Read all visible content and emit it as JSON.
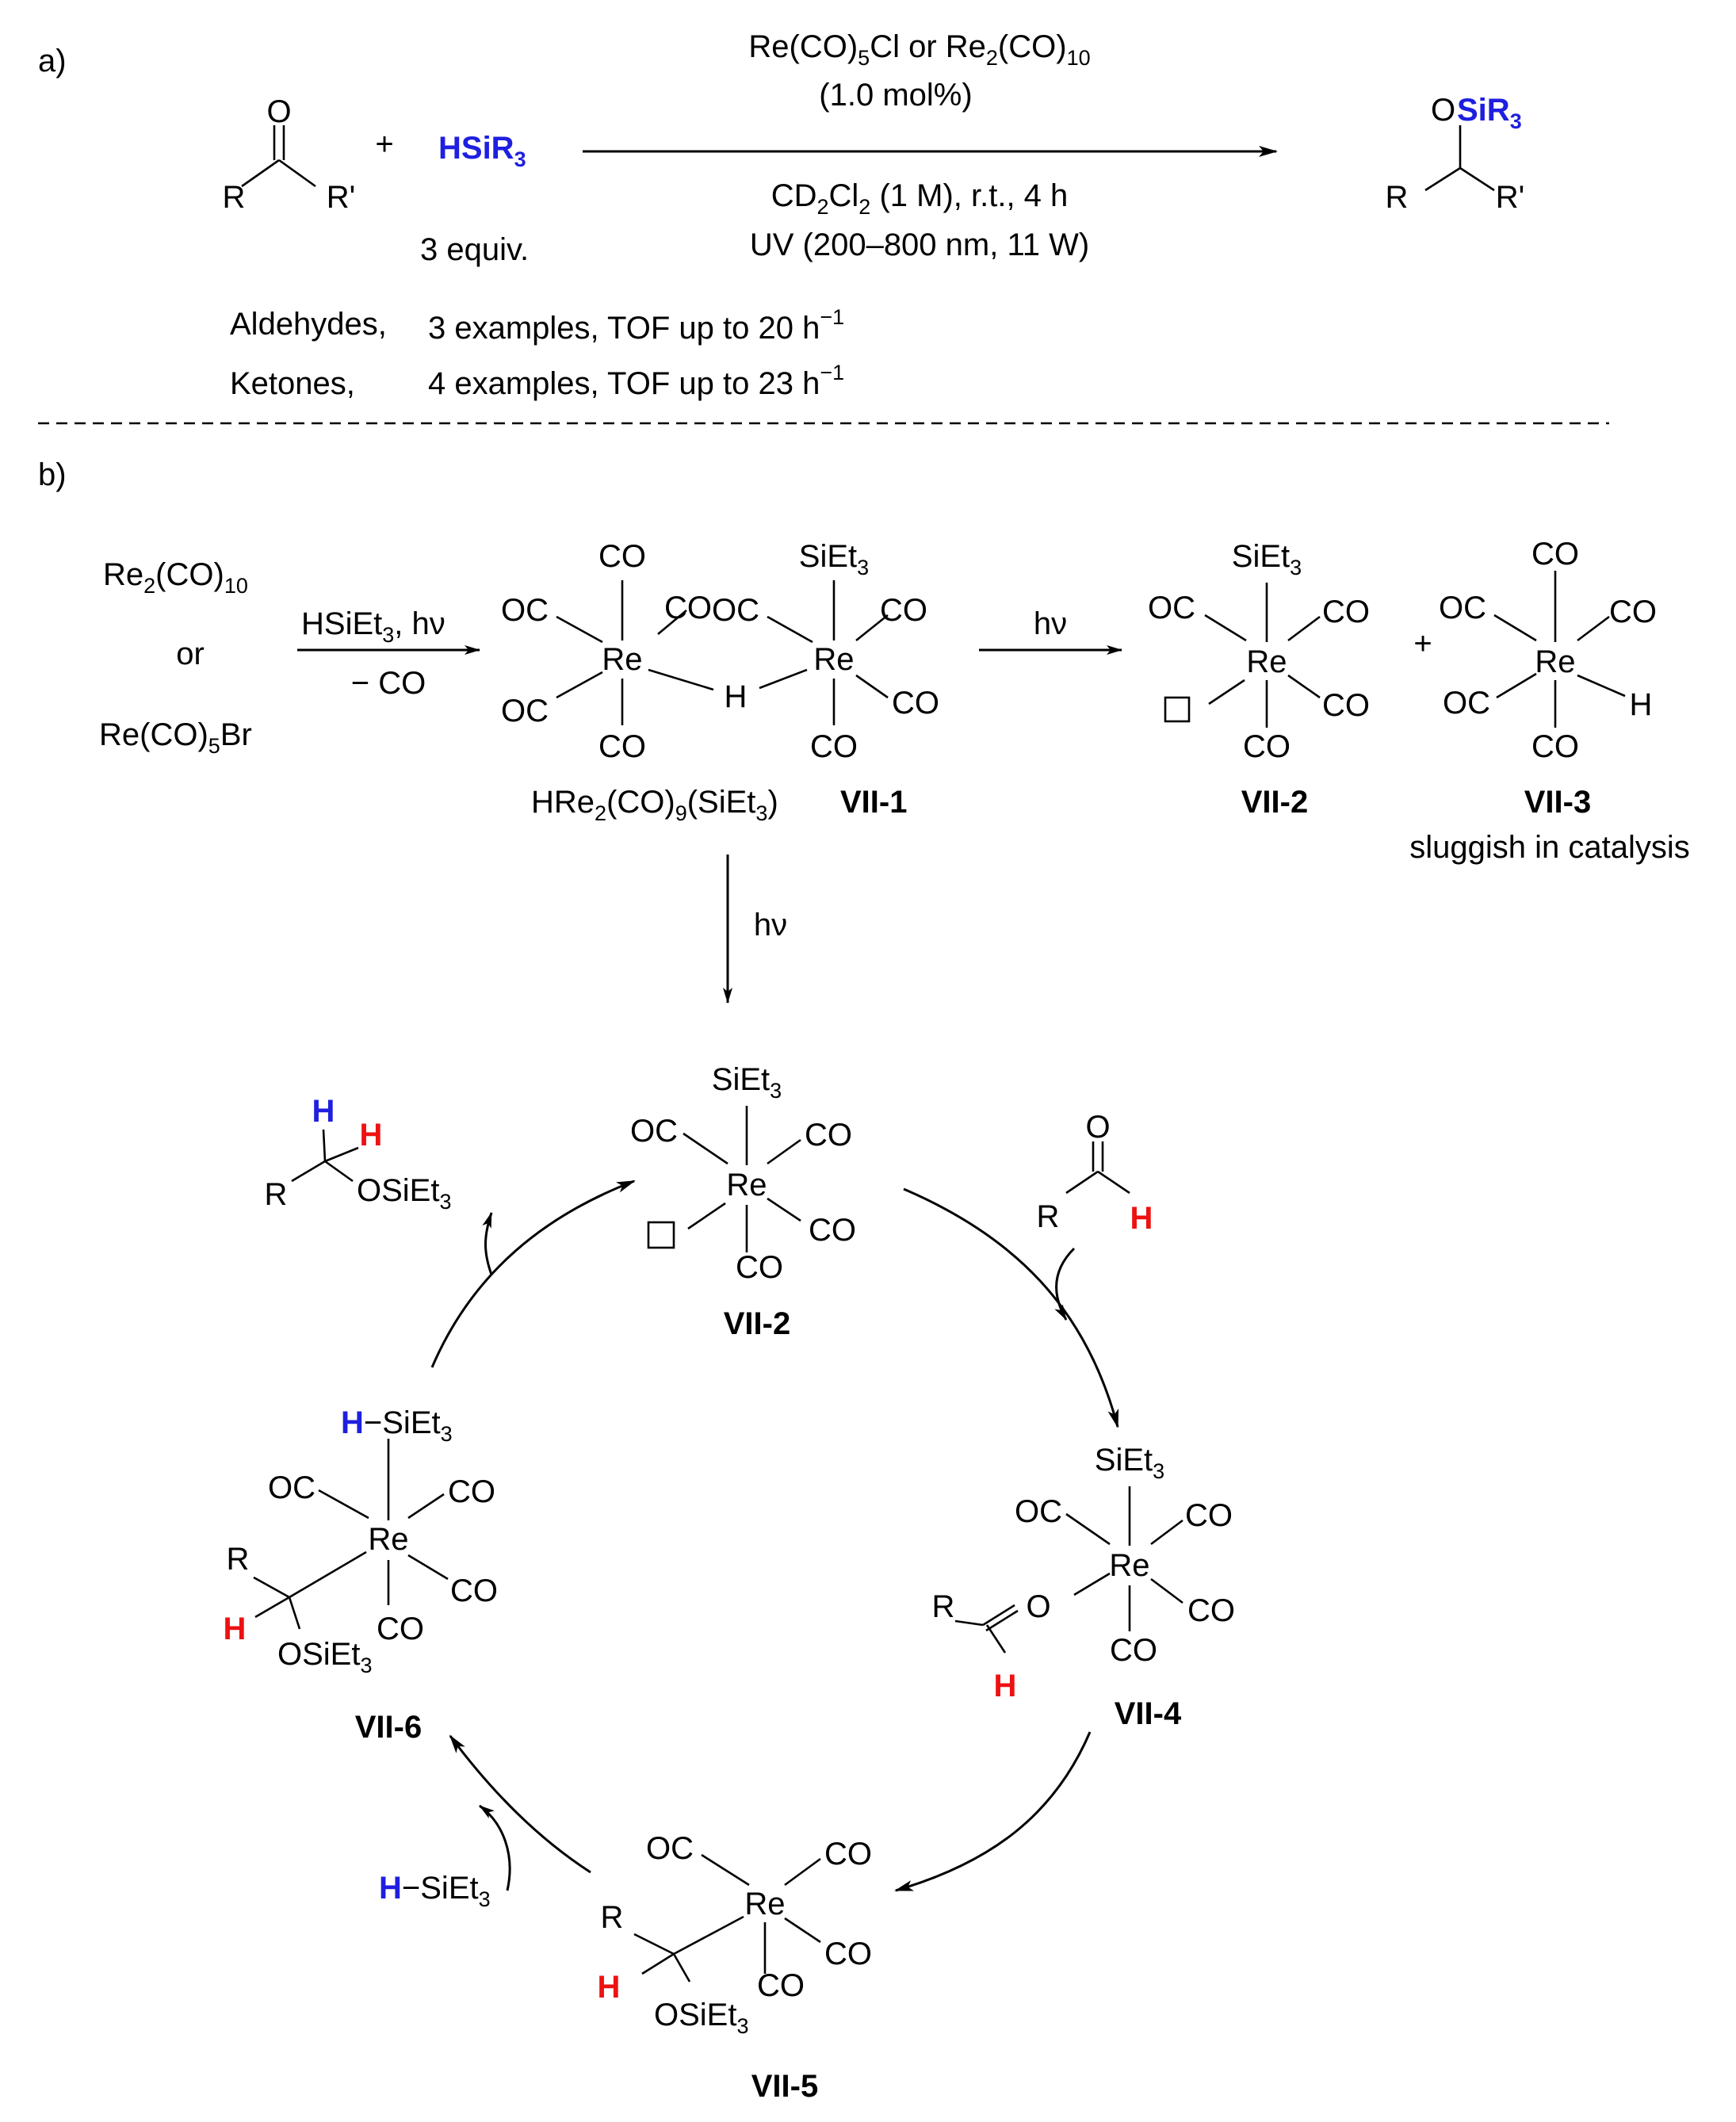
{
  "panel_a": {
    "label": "a)",
    "reagent": "HSiR3",
    "reagent_equiv": "3 equiv.",
    "catalyst": "Re(CO)5Cl or Re2(CO)10",
    "catalyst_loading": "(1.0 mol%)",
    "conditions_1": "CD2Cl2 (1 M), r.t., 4 h",
    "conditions_2": "UV (200–800 nm, 11 W)",
    "product_group": "OSiR3",
    "substrate_1": "R",
    "substrate_2": "R'",
    "plus": "+",
    "aldehydes": {
      "label": "Aldehydes,",
      "text": "3 examples, TOF up to 20 h−1"
    },
    "ketones": {
      "label": "Ketones,",
      "text": "4 examples, TOF up to 23 h−1"
    }
  },
  "panel_b": {
    "label": "b)",
    "start_1": "Re2(CO)10",
    "start_or": "or",
    "start_2": "Re(CO)5Br",
    "step1_top": "HSiEt3, hν",
    "step1_bottom": "− CO",
    "step2": "hν",
    "step3": "hν",
    "vii1_formula": "HRe2(CO)9(SiEt3)",
    "vii1_label": "VII-1",
    "vii2_label": "VII-2",
    "vii3_label": "VII-3",
    "vii3_note": "sluggish in catalysis",
    "vii4_label": "VII-4",
    "vii5_label": "VII-5",
    "vii6_label": "VII-6",
    "silane": "H−SiEt3",
    "product": "OSiEt3"
  },
  "colors": {
    "silane_h": "#1f1fe0",
    "aldehyde_h": "#ee1111"
  }
}
